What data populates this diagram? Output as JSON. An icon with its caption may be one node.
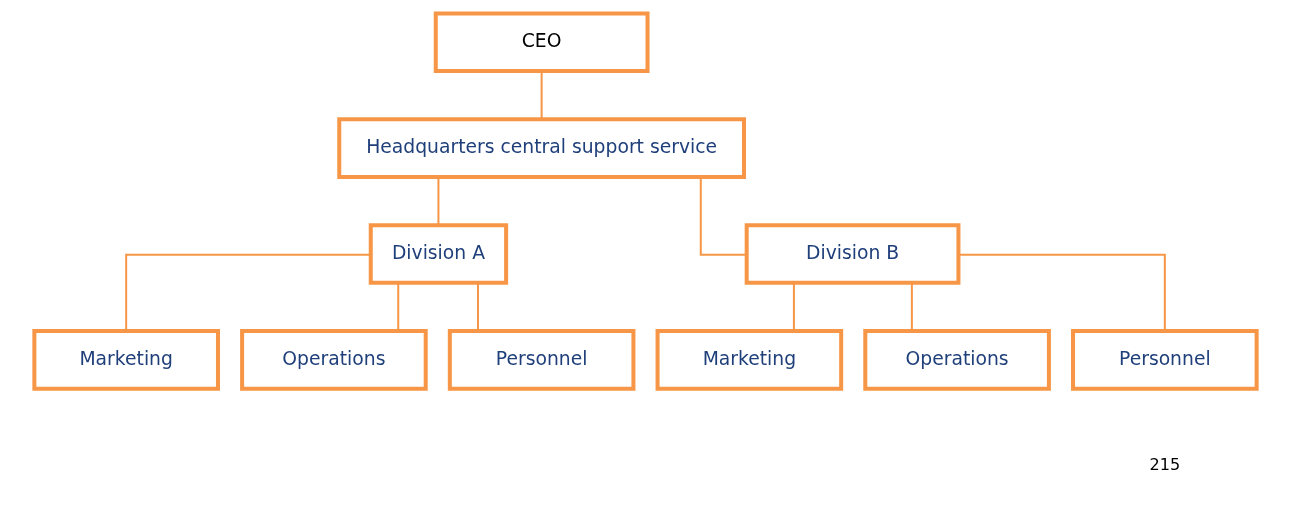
{
  "diagram": {
    "nodes": [
      {
        "text": [
          "CEO"
        ]
      },
      {
        "text": [
          "Headquarters central support service"
        ]
      },
      {
        "text": [
          "Division A"
        ]
      },
      {
        "text": [
          "Division B"
        ]
      },
      {
        "text": [
          "Marketing"
        ]
      },
      {
        "text": [
          "Operations"
        ]
      },
      {
        "text": [
          "Personnel"
        ]
      },
      {
        "text": [
          "Marketing"
        ]
      },
      {
        "text": [
          "Operations"
        ]
      },
      {
        "text": [
          "Personnel"
        ]
      }
    ],
    "edges": [
      {
        "from": 0,
        "to": 1,
        "arrow": "none"
      },
      {
        "from": 1,
        "to": 2,
        "arrow": "none"
      },
      {
        "from": 1,
        "to": 3,
        "arrow": "none"
      },
      {
        "from": 2,
        "to": 4,
        "arrow": "none"
      },
      {
        "from": 2,
        "to": 5,
        "arrow": "none"
      },
      {
        "from": 2,
        "to": 6,
        "arrow": "none"
      },
      {
        "from": 3,
        "to": 7,
        "arrow": "none"
      },
      {
        "from": 3,
        "to": 8,
        "arrow": "none"
      },
      {
        "from": 3,
        "to": 9,
        "arrow": "none"
      }
    ],
    "labels": [
      "215"
    ]
  }
}
